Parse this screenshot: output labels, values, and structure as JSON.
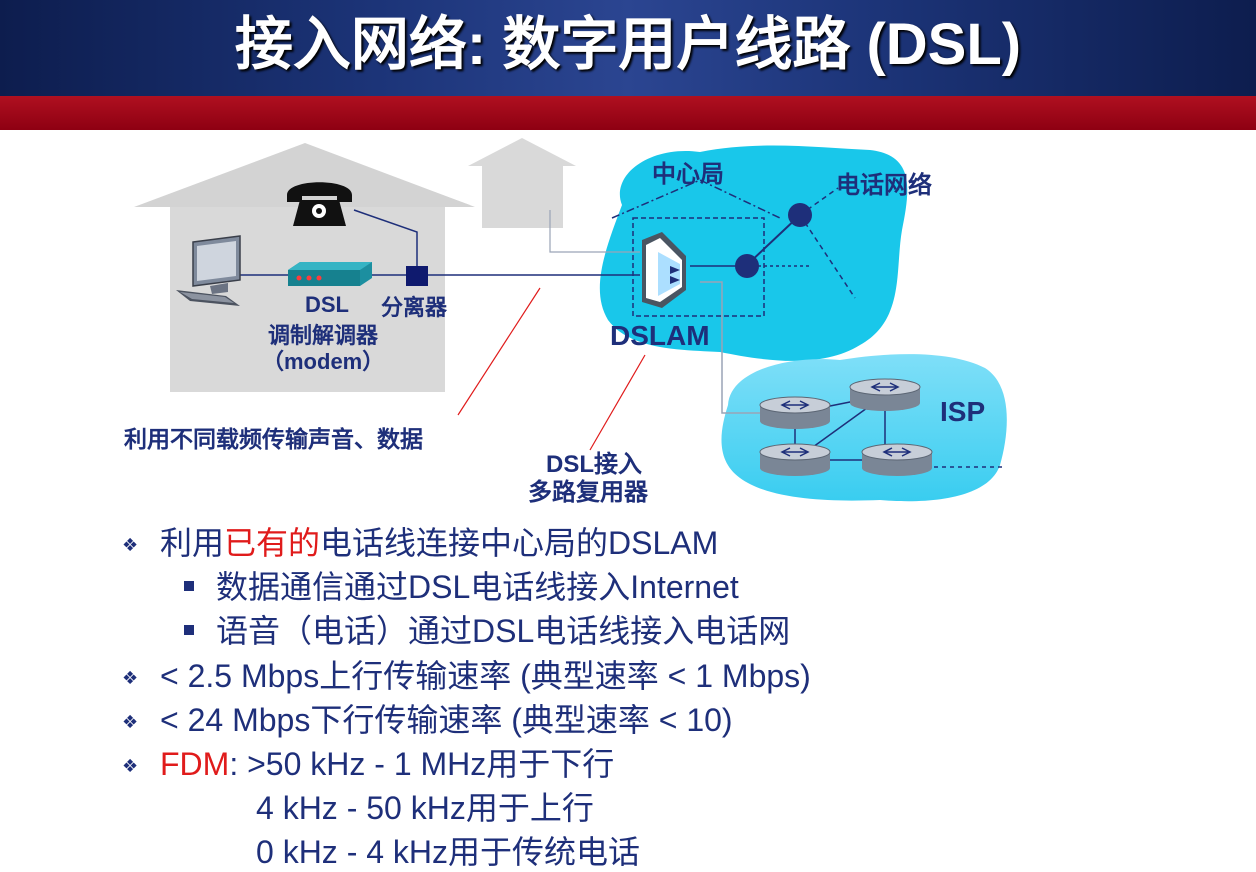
{
  "title": "接入网络: 数字用户线路 (DSL)",
  "diagram": {
    "central_office": "中心局",
    "telephone_network": "电话网络",
    "dslam": "DSLAM",
    "isp": "ISP",
    "dsl_modem": [
      "DSL",
      "调制解调器",
      "（modem）"
    ],
    "splitter": "分离器",
    "freq_note": "利用不同载频传输声音、数据",
    "dslam_desc": [
      "DSL接入",
      "多路复用器"
    ]
  },
  "bullets": {
    "b1": {
      "pre": "利用",
      "highlight": "已有的",
      "post": "电话线连接中心局的DSLAM"
    },
    "b1_sub1": "数据通信通过DSL电话线接入Internet",
    "b1_sub2": "语音（电话）通过DSL电话线接入电话网",
    "b2": "< 2.5 Mbps上行传输速率 (典型速率 < 1 Mbps)",
    "b3": "< 24 Mbps下行传输速率 (典型速率 < 10)",
    "b4": {
      "label": "FDM",
      "line1": ": >50 kHz - 1 MHz用于下行",
      "line2": "4 kHz - 50 kHz用于上行",
      "line3": "0 kHz - 4 kHz用于传统电话"
    }
  },
  "colors": {
    "navy": "#1e2f7a",
    "cyan": "#19c7ea",
    "title_bg": "#1c3478",
    "red": "#e01b1b"
  }
}
